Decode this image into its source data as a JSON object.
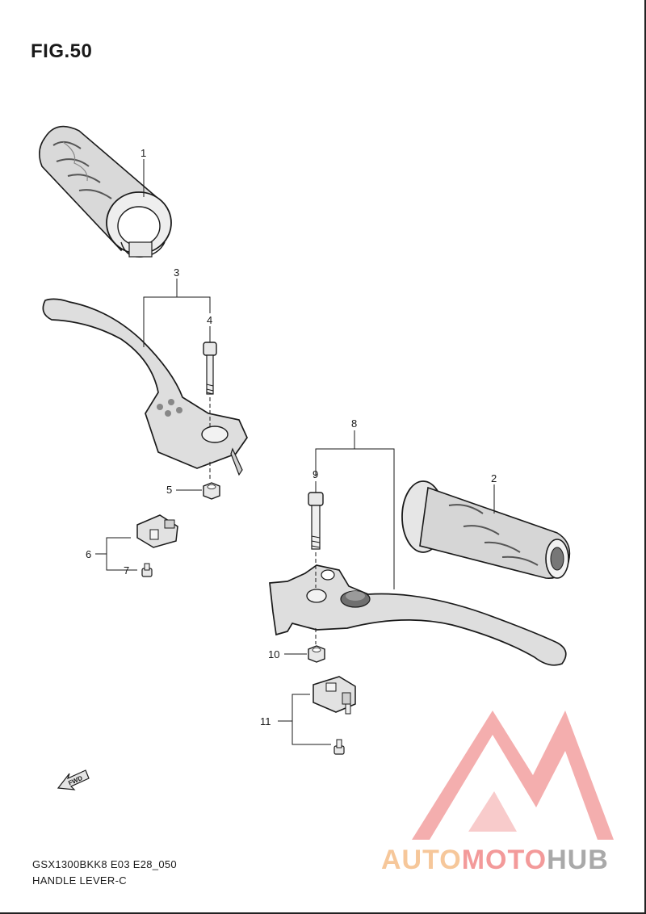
{
  "figure": {
    "title": "FIG.50",
    "model_code": "GSX1300BKK8 E03 E28_050",
    "section_name": "HANDLE LEVER-C"
  },
  "callouts": [
    "1",
    "2",
    "3",
    "4",
    "5",
    "6",
    "7",
    "8",
    "9",
    "10",
    "11"
  ],
  "direction_label": "FWD",
  "watermark": {
    "part_a": "AUTO",
    "part_b": "MOTO",
    "part_c": "HUB",
    "colors": {
      "orange": "#f6c79a",
      "red": "#f39a9a",
      "gray": "#a9a9a9"
    }
  },
  "colors": {
    "line": "#1a1a1a",
    "part_fill": "#dcdcdc",
    "part_dark": "#9a9a9a"
  }
}
